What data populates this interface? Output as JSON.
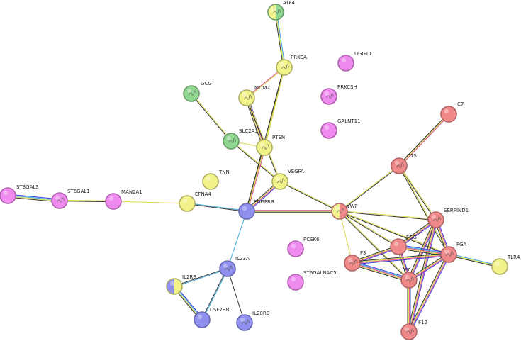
{
  "network": {
    "nodes": [
      {
        "id": "ATF4",
        "label": "ATF4",
        "fill": [
          "#f2f28a",
          "#8fd68f"
        ],
        "glyph": true
      },
      {
        "id": "PRKCA",
        "label": "PRKCA",
        "fill": [
          "#f2f28a"
        ],
        "glyph": true
      },
      {
        "id": "UGGT1",
        "label": "UGGT1",
        "fill": [
          "#ef8aef"
        ],
        "glyph": false
      },
      {
        "id": "GCG",
        "label": "GCG",
        "fill": [
          "#8fd68f"
        ],
        "glyph": true
      },
      {
        "id": "MDM2",
        "label": "MDM2",
        "fill": [
          "#f2f28a"
        ],
        "glyph": true
      },
      {
        "id": "PRKCSH",
        "label": "PRKCSH",
        "fill": [
          "#ef8aef"
        ],
        "glyph": true
      },
      {
        "id": "C7",
        "label": "C7",
        "fill": [
          "#f08a8a"
        ],
        "glyph": false
      },
      {
        "id": "GALNT11",
        "label": "GALNT11",
        "fill": [
          "#ef8aef"
        ],
        "glyph": false
      },
      {
        "id": "SLC2A1",
        "label": "SLC2A1",
        "fill": [
          "#8fd68f"
        ],
        "glyph": true
      },
      {
        "id": "PTEN",
        "label": "PTEN",
        "fill": [
          "#f2f28a"
        ],
        "glyph": true
      },
      {
        "id": "C1S",
        "label": "C1S",
        "fill": [
          "#f08a8a"
        ],
        "glyph": true
      },
      {
        "id": "TNN",
        "label": "TNN",
        "fill": [
          "#f2f28a"
        ],
        "glyph": false
      },
      {
        "id": "VEGFA",
        "label": "VEGFA",
        "fill": [
          "#f2f28a"
        ],
        "glyph": true
      },
      {
        "id": "ST3GAL3",
        "label": "ST3GAL3",
        "fill": [
          "#ef8aef"
        ],
        "glyph": false
      },
      {
        "id": "ST6GAL1",
        "label": "ST6GAL1",
        "fill": [
          "#ef8aef"
        ],
        "glyph": true
      },
      {
        "id": "MAN2A1",
        "label": "MAN2A1",
        "fill": [
          "#ef8aef"
        ],
        "glyph": false
      },
      {
        "id": "EFNA4",
        "label": "EFNA4",
        "fill": [
          "#f2f28a"
        ],
        "glyph": false
      },
      {
        "id": "PDGFRB",
        "label": "PDGFRB",
        "fill": [
          "#8f8fef"
        ],
        "glyph": false
      },
      {
        "id": "VWF",
        "label": "VWF",
        "fill": [
          "#f2f28a",
          "#f08a8a"
        ],
        "glyph": true
      },
      {
        "id": "SERPIND1",
        "label": "SERPIND1",
        "fill": [
          "#f08a8a"
        ],
        "glyph": true
      },
      {
        "id": "PCSK6",
        "label": "PCSK6",
        "fill": [
          "#ef8aef"
        ],
        "glyph": false
      },
      {
        "id": "FGG",
        "label": "FGG",
        "fill": [
          "#f08a8a"
        ],
        "glyph": false
      },
      {
        "id": "FGA",
        "label": "FGA",
        "fill": [
          "#f08a8a"
        ],
        "glyph": true
      },
      {
        "id": "F3",
        "label": "F3",
        "fill": [
          "#f08a8a"
        ],
        "glyph": true
      },
      {
        "id": "IL23A",
        "label": "IL23A",
        "fill": [
          "#8f8fef"
        ],
        "glyph": true
      },
      {
        "id": "TLR4",
        "label": "TLR4",
        "fill": [
          "#f2f28a"
        ],
        "glyph": false
      },
      {
        "id": "ST6GALNAC5",
        "label": "ST6GALNAC5",
        "fill": [
          "#ef8aef"
        ],
        "glyph": false
      },
      {
        "id": "F7",
        "label": "F7",
        "fill": [
          "#f08a8a"
        ],
        "glyph": true
      },
      {
        "id": "IL2RB",
        "label": "IL2RB",
        "fill": [
          "#8f8fef",
          "#f2f28a"
        ],
        "glyph": false
      },
      {
        "id": "CSF2RB",
        "label": "CSF2RB",
        "fill": [
          "#8f8fef"
        ],
        "glyph": false
      },
      {
        "id": "IL20RB",
        "label": "IL20RB",
        "fill": [
          "#8f8fef"
        ],
        "glyph": true
      },
      {
        "id": "F12",
        "label": "F12",
        "fill": [
          "#f08a8a"
        ],
        "glyph": true
      }
    ],
    "edges": [
      {
        "source": "ATF4",
        "target": "PRKCA",
        "colors": [
          "#3aa7d9",
          "#d9d94a",
          "#333333"
        ]
      },
      {
        "source": "PRKCA",
        "target": "MDM2",
        "colors": [
          "#d9d94a",
          "#d94a8a"
        ]
      },
      {
        "source": "PRKCA",
        "target": "PTEN",
        "colors": [
          "#d9d94a",
          "#333333"
        ]
      },
      {
        "source": "PRKCA",
        "target": "PDGFRB",
        "colors": [
          "#d9d94a",
          "#333333"
        ]
      },
      {
        "source": "MDM2",
        "target": "PTEN",
        "colors": [
          "#3a3ad9",
          "#d94a8a",
          "#d9d94a",
          "#333333"
        ]
      },
      {
        "source": "MDM2",
        "target": "VEGFA",
        "colors": [
          "#d9d94a",
          "#333333"
        ]
      },
      {
        "source": "GCG",
        "target": "SLC2A1",
        "colors": [
          "#d9d94a",
          "#333333"
        ]
      },
      {
        "source": "SLC2A1",
        "target": "VEGFA",
        "colors": [
          "#d9d94a",
          "#333333"
        ]
      },
      {
        "source": "SLC2A1",
        "target": "PTEN",
        "colors": [
          "#d9d94a"
        ]
      },
      {
        "source": "PTEN",
        "target": "PDGFRB",
        "colors": [
          "#d94a8a",
          "#d9d94a",
          "#333333"
        ]
      },
      {
        "source": "VEGFA",
        "target": "PDGFRB",
        "colors": [
          "#3a3ad9",
          "#d94a8a",
          "#d9d94a",
          "#333333"
        ]
      },
      {
        "source": "VEGFA",
        "target": "VWF",
        "colors": [
          "#d9d94a",
          "#333333"
        ]
      },
      {
        "source": "ST3GAL3",
        "target": "ST6GAL1",
        "colors": [
          "#3a3ad9",
          "#3aa7d9",
          "#d9d94a",
          "#333333"
        ]
      },
      {
        "source": "ST6GAL1",
        "target": "MAN2A1",
        "colors": [
          "#d9d94a",
          "#333333"
        ]
      },
      {
        "source": "MAN2A1",
        "target": "EFNA4",
        "colors": [
          "#d9d94a"
        ]
      },
      {
        "source": "EFNA4",
        "target": "PDGFRB",
        "colors": [
          "#3aa7d9",
          "#333333"
        ]
      },
      {
        "source": "PDGFRB",
        "target": "VWF",
        "colors": [
          "#d94a8a",
          "#d9d94a",
          "#333333"
        ]
      },
      {
        "source": "PDGFRB",
        "target": "IL23A",
        "colors": [
          "#3aa7d9"
        ]
      },
      {
        "source": "VWF",
        "target": "C1S",
        "colors": [
          "#d9d94a",
          "#333333"
        ]
      },
      {
        "source": "VWF",
        "target": "SERPIND1",
        "colors": [
          "#d9d94a",
          "#333333"
        ]
      },
      {
        "source": "VWF",
        "target": "FGG",
        "colors": [
          "#d9d94a",
          "#333333"
        ]
      },
      {
        "source": "VWF",
        "target": "FGA",
        "colors": [
          "#d9d94a",
          "#333333"
        ]
      },
      {
        "source": "VWF",
        "target": "F3",
        "colors": [
          "#d9d94a"
        ]
      },
      {
        "source": "VWF",
        "target": "F7",
        "colors": [
          "#d9d94a",
          "#333333"
        ]
      },
      {
        "source": "C7",
        "target": "C1S",
        "colors": [
          "#d94a8a",
          "#d9d94a",
          "#333333"
        ]
      },
      {
        "source": "C1S",
        "target": "SERPIND1",
        "colors": [
          "#d9d94a",
          "#333333"
        ]
      },
      {
        "source": "C1S",
        "target": "FGA",
        "colors": [
          "#d9d94a",
          "#333333"
        ]
      },
      {
        "source": "SERPIND1",
        "target": "FGG",
        "colors": [
          "#3a3ad9",
          "#d94a8a",
          "#d9d94a",
          "#333333"
        ]
      },
      {
        "source": "SERPIND1",
        "target": "FGA",
        "colors": [
          "#3a3ad9",
          "#d94a8a",
          "#d9d94a",
          "#333333"
        ]
      },
      {
        "source": "SERPIND1",
        "target": "F7",
        "colors": [
          "#3a3ad9",
          "#d94a8a",
          "#d9d94a",
          "#333333"
        ]
      },
      {
        "source": "SERPIND1",
        "target": "F12",
        "colors": [
          "#3a3ad9",
          "#d94a8a",
          "#d9d94a",
          "#333333"
        ]
      },
      {
        "source": "FGG",
        "target": "FGA",
        "colors": [
          "#3a3ad9",
          "#3aa7d9",
          "#d94a8a",
          "#d9d94a",
          "#333333"
        ]
      },
      {
        "source": "FGG",
        "target": "F3",
        "colors": [
          "#3a3ad9",
          "#d94a8a",
          "#d9d94a",
          "#333333"
        ]
      },
      {
        "source": "FGG",
        "target": "F7",
        "colors": [
          "#3a3ad9",
          "#d94a8a",
          "#d9d94a",
          "#333333"
        ]
      },
      {
        "source": "FGA",
        "target": "F3",
        "colors": [
          "#3a3ad9",
          "#d94a8a",
          "#d9d94a",
          "#333333"
        ]
      },
      {
        "source": "FGA",
        "target": "F7",
        "colors": [
          "#3a3ad9",
          "#d94a8a",
          "#d9d94a",
          "#333333"
        ]
      },
      {
        "source": "FGA",
        "target": "TLR4",
        "colors": [
          "#3aa7d9",
          "#d9d94a",
          "#333333"
        ]
      },
      {
        "source": "FGA",
        "target": "F12",
        "colors": [
          "#3a3ad9",
          "#d94a8a",
          "#d9d94a",
          "#333333"
        ]
      },
      {
        "source": "F3",
        "target": "F7",
        "colors": [
          "#3a3ad9",
          "#3aa7d9",
          "#d94a8a",
          "#d9d94a",
          "#333333"
        ]
      },
      {
        "source": "F7",
        "target": "F12",
        "colors": [
          "#3a3ad9",
          "#d94a8a",
          "#d9d94a",
          "#333333"
        ]
      },
      {
        "source": "IL23A",
        "target": "IL2RB",
        "colors": [
          "#3aa7d9",
          "#333333"
        ]
      },
      {
        "source": "IL23A",
        "target": "CSF2RB",
        "colors": [
          "#3aa7d9",
          "#333333"
        ]
      },
      {
        "source": "IL23A",
        "target": "IL20RB",
        "colors": [
          "#333333"
        ]
      },
      {
        "source": "IL2RB",
        "target": "CSF2RB",
        "colors": [
          "#3a3ad9",
          "#3aa7d9",
          "#d9d94a",
          "#333333"
        ]
      }
    ]
  }
}
